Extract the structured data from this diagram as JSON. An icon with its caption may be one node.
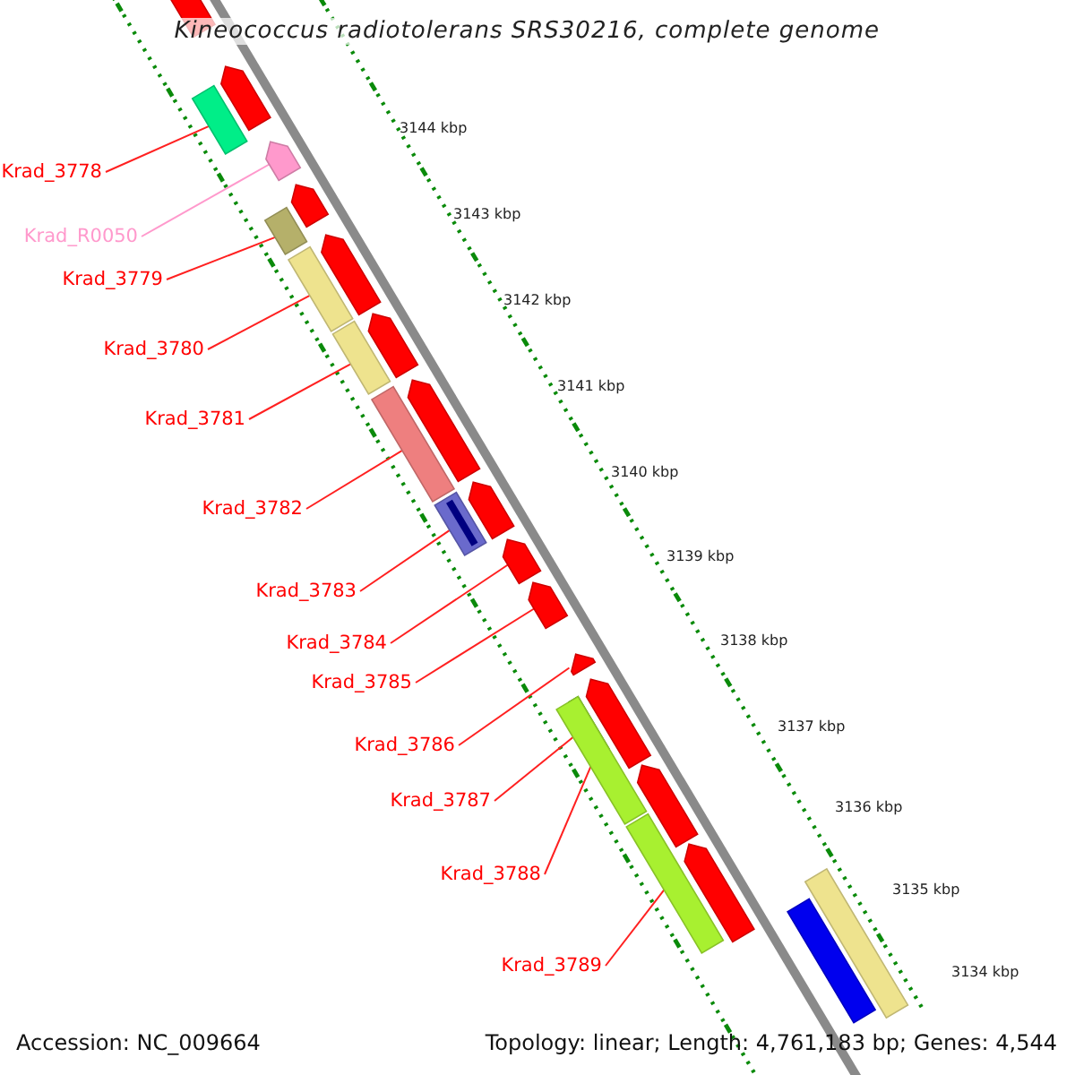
{
  "diagram": {
    "title": "Kineococcus radiotolerans SRS30216, complete genome",
    "nodes": [
      {
        "text": [
          "Krad_3778"
        ]
      },
      {
        "text": [
          "Krad_R0050"
        ]
      },
      {
        "text": [
          "Krad_3779"
        ]
      },
      {
        "text": [
          "Krad_3780"
        ]
      },
      {
        "text": [
          "Krad_3781"
        ]
      },
      {
        "text": [
          "Krad_3782"
        ]
      },
      {
        "text": [
          "Krad_3783"
        ]
      },
      {
        "text": [
          "Krad_3784"
        ]
      },
      {
        "text": [
          "Krad_3785"
        ]
      },
      {
        "text": [
          "Krad_3786"
        ]
      },
      {
        "text": [
          "Krad_3787"
        ]
      },
      {
        "text": [
          "Krad_3788"
        ]
      },
      {
        "text": [
          "Krad_3789"
        ]
      },
      {
        "text": [],
        "shape": "arrow"
      },
      {
        "text": [],
        "shape": "arrow"
      },
      {
        "text": [],
        "shape": "bar"
      },
      {
        "text": [],
        "shape": "arrow"
      },
      {
        "text": [],
        "shape": "arrow"
      },
      {
        "text": [],
        "shape": "bar"
      },
      {
        "text": [],
        "shape": "arrow"
      },
      {
        "text": [],
        "shape": "bar"
      },
      {
        "text": [],
        "shape": "bar"
      },
      {
        "text": [],
        "shape": "arrow"
      },
      {
        "text": [],
        "shape": "bar"
      },
      {
        "text": [],
        "shape": "arrow"
      },
      {
        "text": [],
        "shape": "bar"
      },
      {
        "text": [],
        "shape": "arrow"
      },
      {
        "text": [],
        "shape": "arrow"
      },
      {
        "text": [],
        "shape": "arrow"
      },
      {
        "text": [],
        "shape": "arrow"
      },
      {
        "text": [],
        "shape": "arrow"
      },
      {
        "text": [],
        "shape": "bar"
      },
      {
        "text": [],
        "shape": "bar",
        "in": 31
      },
      {
        "text": [],
        "shape": "arrow"
      },
      {
        "text": [],
        "shape": "bar"
      },
      {
        "text": [],
        "shape": "arrow"
      },
      {
        "text": [],
        "shape": "bar"
      },
      {
        "text": [],
        "shape": "bar"
      }
    ],
    "edges": [
      {
        "from": 0,
        "to": 15,
        "arrow": "none"
      },
      {
        "from": 1,
        "to": 16,
        "arrow": "none",
        "color": "#ff99cc"
      },
      {
        "from": 2,
        "to": 18,
        "arrow": "none"
      },
      {
        "from": 3,
        "to": 20,
        "arrow": "none"
      },
      {
        "from": 4,
        "to": 21,
        "arrow": "none"
      },
      {
        "from": 5,
        "to": 23,
        "arrow": "none"
      },
      {
        "from": 6,
        "to": 25,
        "arrow": "none"
      },
      {
        "from": 7,
        "to": 27,
        "arrow": "none"
      },
      {
        "from": 8,
        "to": 28,
        "arrow": "none"
      },
      {
        "from": 9,
        "to": 29,
        "arrow": "none"
      },
      {
        "from": 10,
        "to": 32,
        "arrow": "none"
      },
      {
        "from": 11,
        "to": 31,
        "arrow": "none"
      },
      {
        "from": 12,
        "to": 34,
        "arrow": "none"
      }
    ],
    "labels": [
      "3144 kbp",
      "3143 kbp",
      "3142 kbp",
      "3141 kbp",
      "3140 kbp",
      "3139 kbp",
      "3138 kbp",
      "3137 kbp",
      "3136 kbp",
      "3135 kbp",
      "3134 kbp",
      "Accession: NC_009664",
      "Topology: linear; Length: 4,761,183 bp; Genes: 4,544"
    ]
  }
}
